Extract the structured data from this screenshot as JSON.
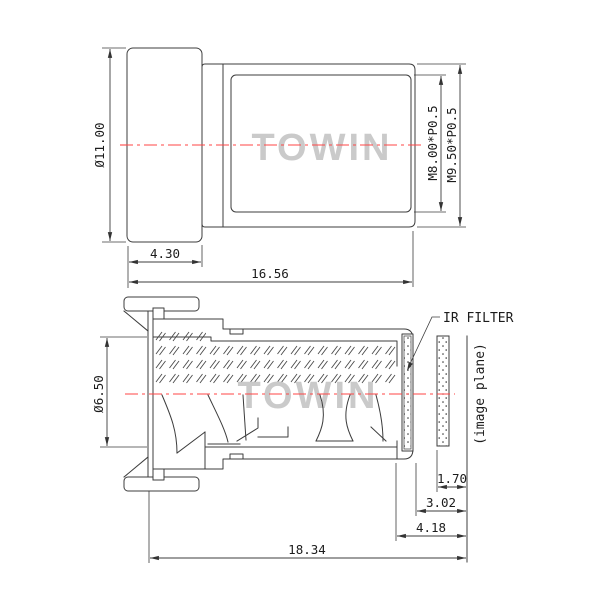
{
  "watermark": {
    "text": "TOWIN",
    "color": "#c8c8c8"
  },
  "colors": {
    "centerline": "#ff4545",
    "line": "#3c3c3c"
  },
  "top_view": {
    "dim_diameter": "Ø11.00",
    "dim_front_length": "4.30",
    "dim_total_length": "16.56",
    "dim_thread_inner": "M8.00*P0.5",
    "dim_thread_outer": "M9.50*P0.5"
  },
  "bottom_view": {
    "dim_aperture": "Ø6.50",
    "dim_glass_to_image": "1.70",
    "dim_filter_to_image": "3.02",
    "dim_rear_to_image": "4.18",
    "dim_total_length": "18.34",
    "label_ir_filter": "IR FILTER",
    "label_image_plane": "(image plane)"
  }
}
